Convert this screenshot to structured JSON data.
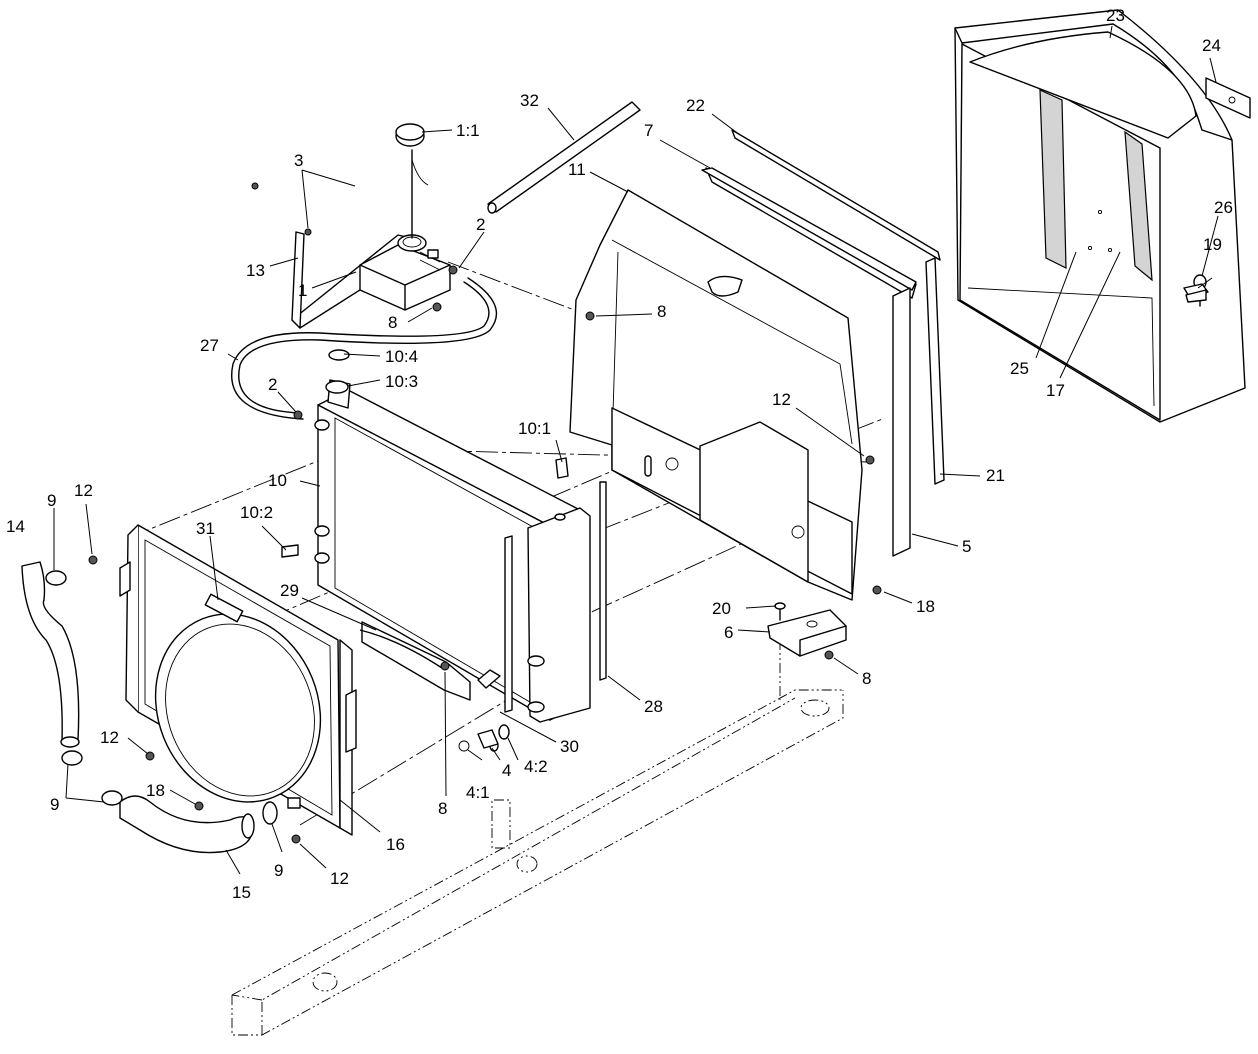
{
  "callouts": {
    "c23": "23",
    "c24": "24",
    "c32": "32",
    "c22": "22",
    "c1_1": "1:1",
    "c7": "7",
    "c3": "3",
    "c11": "11",
    "c2a": "2",
    "c13": "13",
    "c1": "1",
    "c26": "26",
    "c19": "19",
    "c8a": "8",
    "c8b": "8",
    "c27": "27",
    "c10_4": "10:4",
    "c10_3": "10:3",
    "c2b": "2",
    "c25": "25",
    "c17": "17",
    "c12a": "12",
    "c10_1": "10:1",
    "c21": "21",
    "c10": "10",
    "c9a": "9",
    "c12b": "12",
    "c14": "14",
    "c10_2": "10:2",
    "c31": "31",
    "c5": "5",
    "c29": "29",
    "c20": "20",
    "c18a": "18",
    "c6": "6",
    "c8c": "8",
    "c28": "28",
    "c12c": "12",
    "c30": "30",
    "c4": "4",
    "c4_2": "4:2",
    "c18b": "18",
    "c9b": "9",
    "c4_1": "4:1",
    "c8d": "8",
    "c16": "16",
    "c9c": "9",
    "c12d": "12",
    "c15": "15"
  }
}
